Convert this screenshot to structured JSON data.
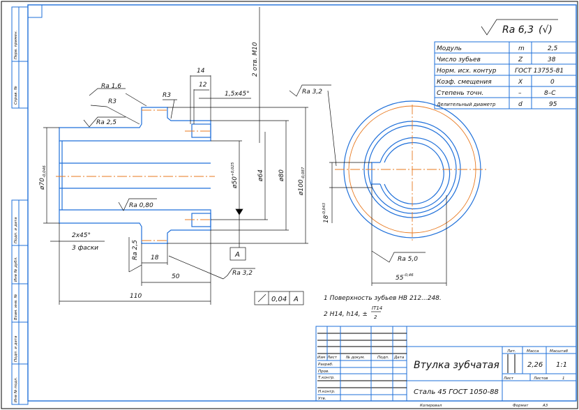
{
  "roughness_general": {
    "main": "Ra 6,3",
    "rest": "(√)"
  },
  "gear_table": [
    {
      "param": "Модуль",
      "symbol": "m",
      "value": "2,5"
    },
    {
      "param": "Число зубьев",
      "symbol": "Z",
      "value": "38"
    },
    {
      "param": "Норм. исх. контур",
      "symbol": "",
      "value": "ГОСТ 13755-81"
    },
    {
      "param": "Коэф. смещения",
      "symbol": "X",
      "value": "0"
    },
    {
      "param": "Степень точн.",
      "symbol": "–",
      "value": "8–С"
    },
    {
      "param": "Делительный диаметр",
      "symbol": "d",
      "value": "95"
    }
  ],
  "side_stamps": {
    "top": [
      "Перв. примен.",
      "Справ. №"
    ],
    "bottom": [
      "Подп. и дата",
      "Инв № дубл.",
      "Взам. инв. №",
      "Подп. и дата",
      "Инв № подл."
    ]
  },
  "section_view": {
    "dim_14": "14",
    "dim_12": "12",
    "chamfer_top": "1,5x45°",
    "holes": "2 отв. M10",
    "r3_right": "R3",
    "r3_left": "R3",
    "ra_16": "Ra 1,6",
    "ra_25_top": "Ra 2,5",
    "ra_32_top": "Ra 3,2",
    "ra_080": "Ra 0,80",
    "chamfers": "2x45°",
    "chamfers_count": "3 фаски",
    "ra_25_bottom": "Ra 2,5",
    "dim_18": "18",
    "dim_50": "50",
    "ra_32_bottom": "Ra 3,2",
    "dim_110": "110",
    "d70": "ø70",
    "d70_tol": "-0,046",
    "d50": "ø50",
    "d50_tol": "+0,025",
    "d64": "ø64",
    "d80": "ø80",
    "d100": "ø100",
    "d100_tol": "-0,087",
    "datum": "A",
    "runout_value": "0,04",
    "runout_datum": "A"
  },
  "end_view": {
    "key_width": "18",
    "key_tol": "-0,043",
    "ra_50": "Ra 5,0",
    "key_depth": "55",
    "key_depth_tol": "-0,46"
  },
  "notes": {
    "n1": "1 Поверхность зубьев HB 212...248.",
    "n2": "2 H14, h14, ±",
    "n2_num": "IT14",
    "n2_den": "2"
  },
  "title_block": {
    "headers": [
      "Изм",
      "Лист",
      "№ докум.",
      "Подп.",
      "Дата"
    ],
    "roles": [
      "Разраб.",
      "Пров.",
      "Т.контр.",
      "",
      "Н.контр.",
      "Утв."
    ],
    "title": "Втулка зубчатая",
    "material": "Сталь 45 ГОСТ 1050-88",
    "lit_label": "Лит.",
    "mass_label": "Масса",
    "scale_label": "Масштаб",
    "mass": "2,26",
    "scale": "1:1",
    "sheet_label": "Лист",
    "sheets_label": "Листов",
    "sheets": "1",
    "copied": "Копировал",
    "format_label": "Формат",
    "format": "А3"
  }
}
